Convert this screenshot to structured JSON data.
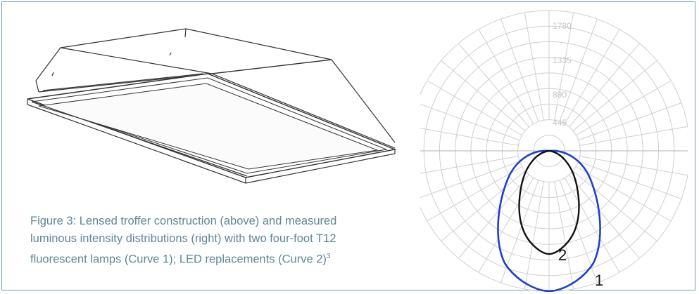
{
  "figure": {
    "caption": {
      "line1": "Figure 3: Lensed troffer construction (above) and measured",
      "line2": "luminous intensity distributions (right) with two four-foot T12",
      "line3": "fluorescent lamps (Curve 1); LED replacements (Curve 2)",
      "footnote": "3"
    },
    "polar_chart": {
      "ring_labels": [
        "1780",
        "1335",
        "890",
        "445"
      ],
      "curve_labels": [
        "1",
        "2"
      ]
    },
    "colors": {
      "frame": "#6aa3b8",
      "caption": "#5e8797",
      "curve1": "#1f3fd1",
      "curve2": "#111111",
      "grid": "#cfcfcf"
    }
  }
}
